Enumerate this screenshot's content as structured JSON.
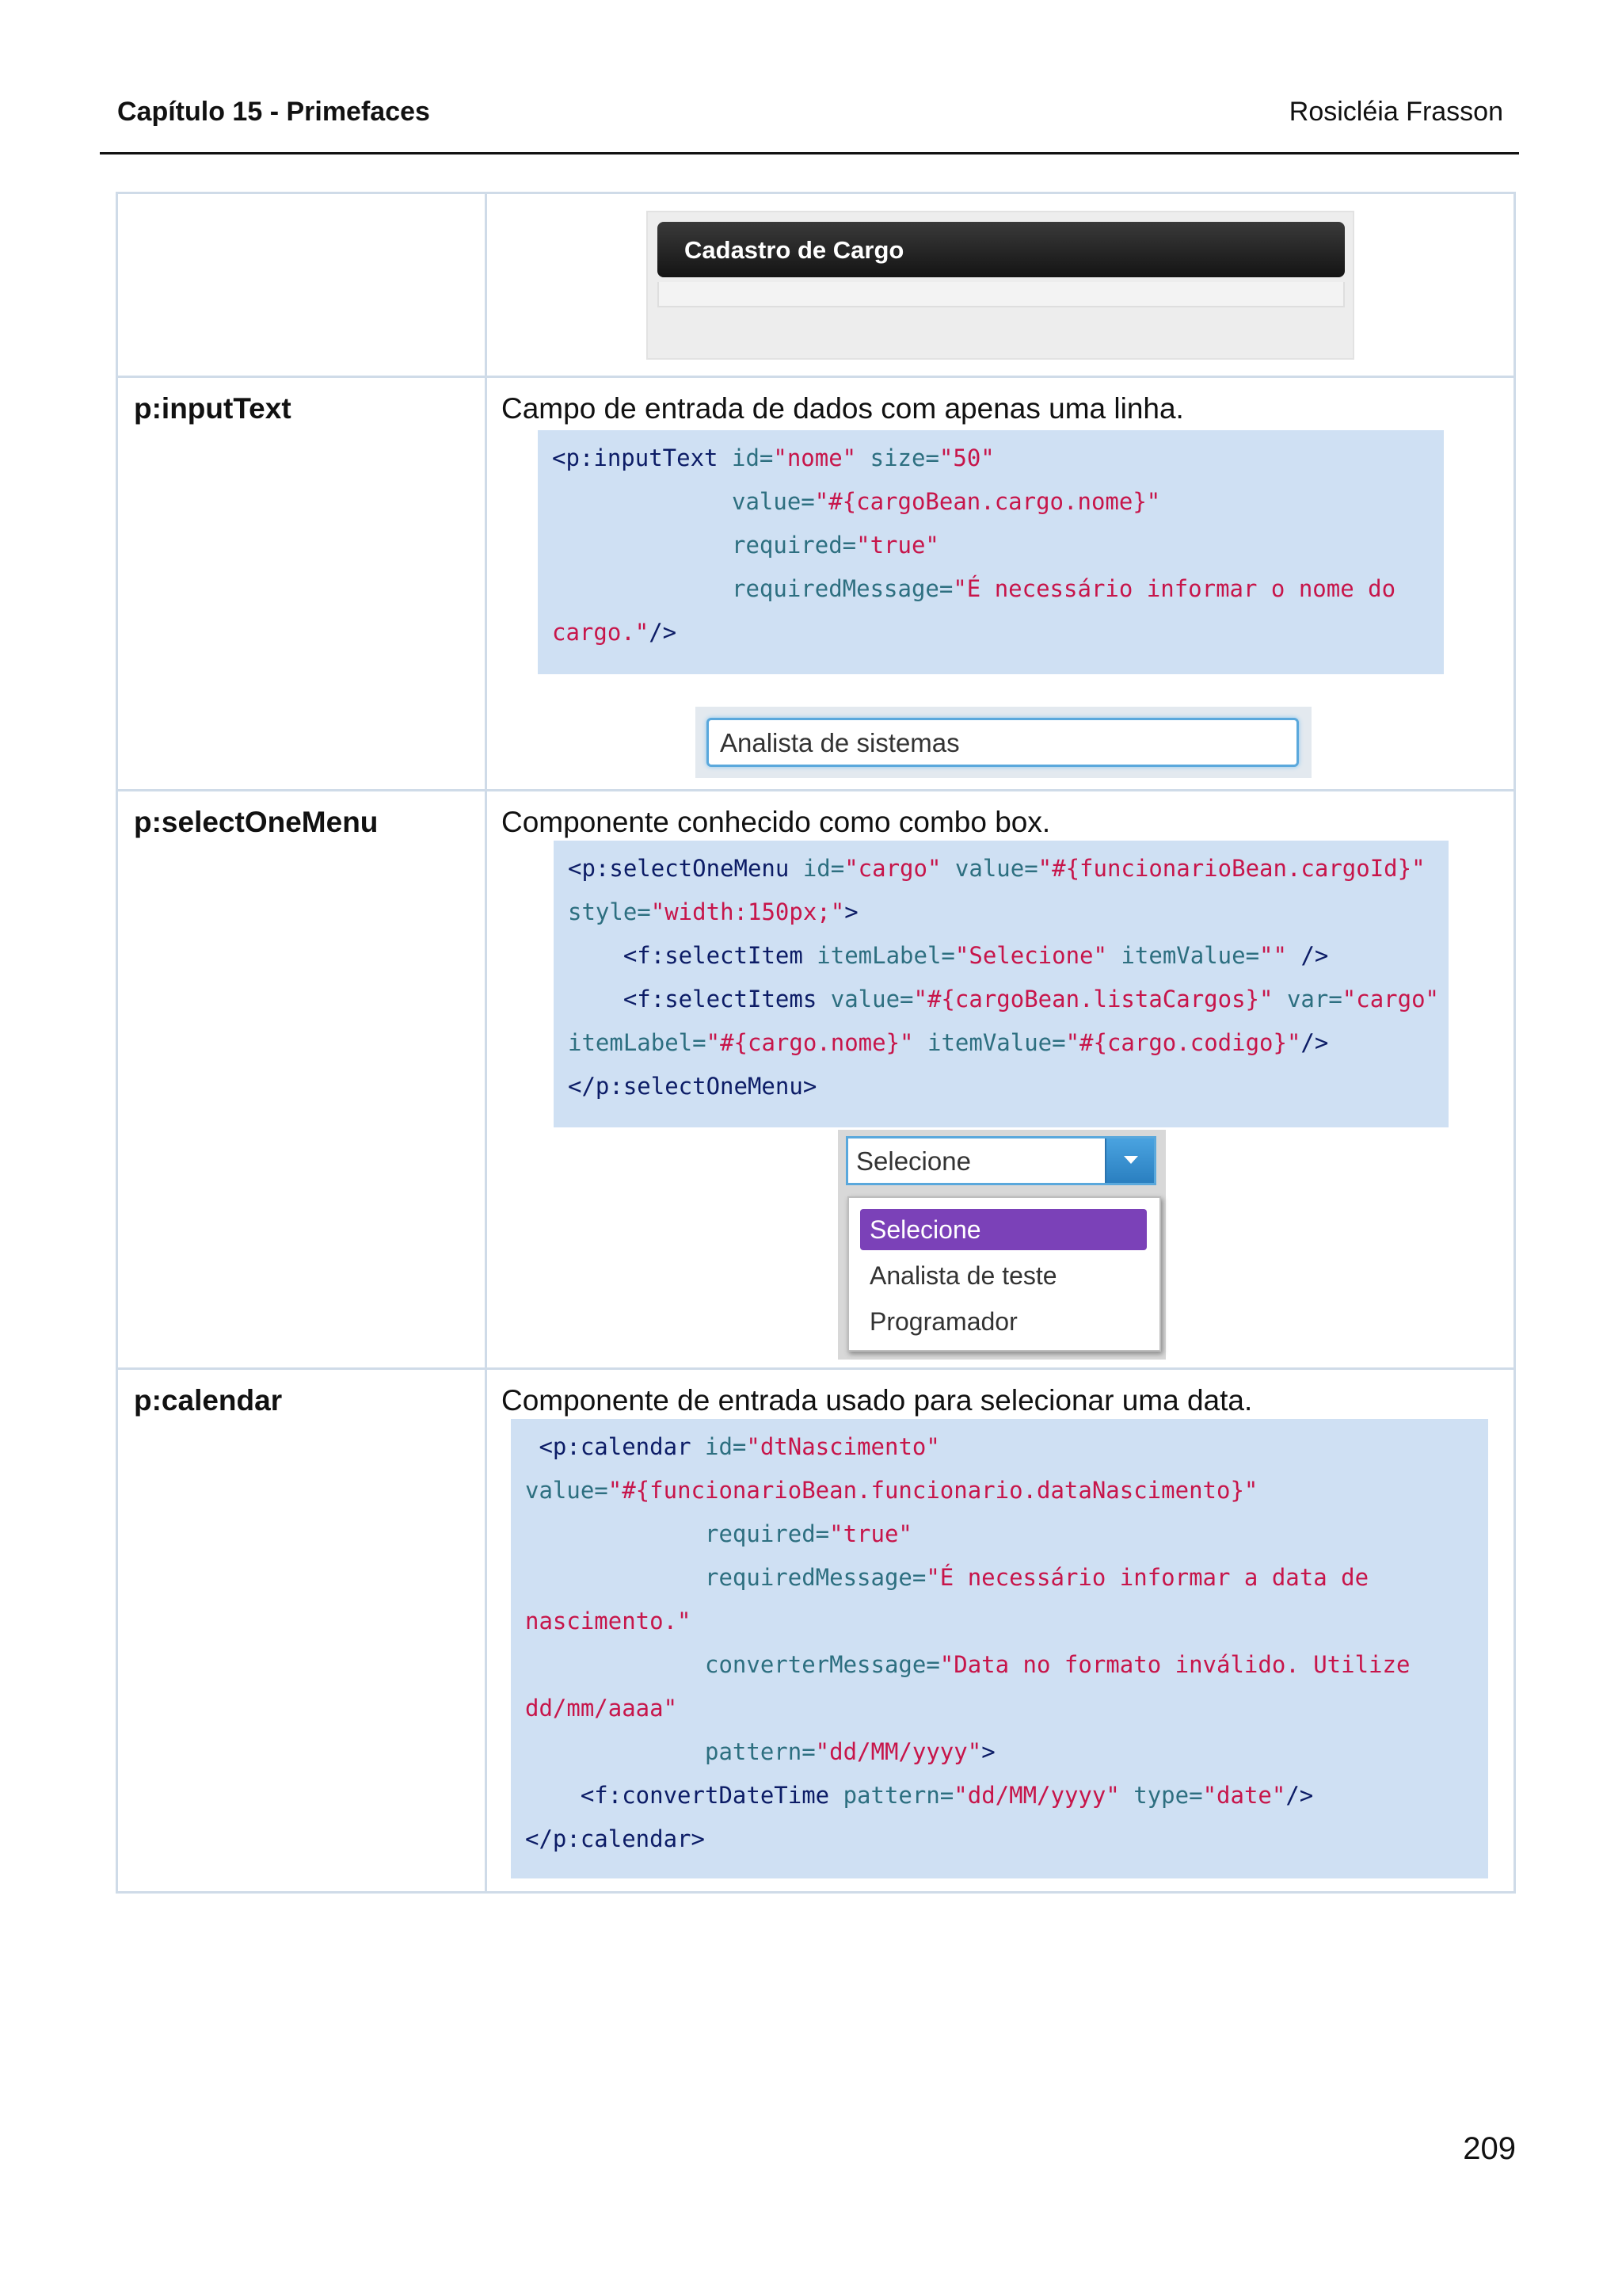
{
  "header": {
    "chapter": "Capítulo 15 - Primefaces",
    "author": "Rosicléia Frasson"
  },
  "panel_preview": {
    "title": "Cadastro de Cargo"
  },
  "rows": [
    {
      "tag": "p:inputText",
      "description": "Campo de entrada de dados com apenas uma linha.",
      "code": [
        "<p:inputText id=\"nome\" size=\"50\"",
        "             value=\"#{cargoBean.cargo.nome}\"",
        "             required=\"true\"",
        "             requiredMessage=\"É necessário informar o nome do",
        "cargo.\"/>"
      ],
      "preview_value": "Analista de sistemas"
    },
    {
      "tag": "p:selectOneMenu",
      "description": "Componente conhecido como combo box.",
      "code": [
        "<p:selectOneMenu id=\"cargo\" value=\"#{funcionarioBean.cargoId}\"",
        "style=\"width:150px;\">",
        "    <f:selectItem itemLabel=\"Selecione\" itemValue=\"\" />",
        "    <f:selectItems value=\"#{cargoBean.listaCargos}\" var=\"cargo\"",
        "itemLabel=\"#{cargo.nome}\" itemValue=\"#{cargo.codigo}\"/>",
        "</p:selectOneMenu>"
      ],
      "preview_selected": "Selecione",
      "options": [
        "Selecione",
        "Analista de teste",
        "Programador"
      ]
    },
    {
      "tag": "p:calendar",
      "description": "Componente de entrada usado para selecionar uma data.",
      "code": [
        " <p:calendar id=\"dtNascimento\"",
        "value=\"#{funcionarioBean.funcionario.dataNascimento}\"",
        "             required=\"true\"",
        "             requiredMessage=\"É necessário informar a data de",
        "nascimento.\"",
        "             converterMessage=\"Data no formato inválido. Utilize",
        "dd/mm/aaaa\"",
        "             pattern=\"dd/MM/yyyy\">",
        "    <f:convertDateTime pattern=\"dd/MM/yyyy\" type=\"date\"/>",
        "</p:calendar>"
      ]
    }
  ],
  "page_number": "209"
}
